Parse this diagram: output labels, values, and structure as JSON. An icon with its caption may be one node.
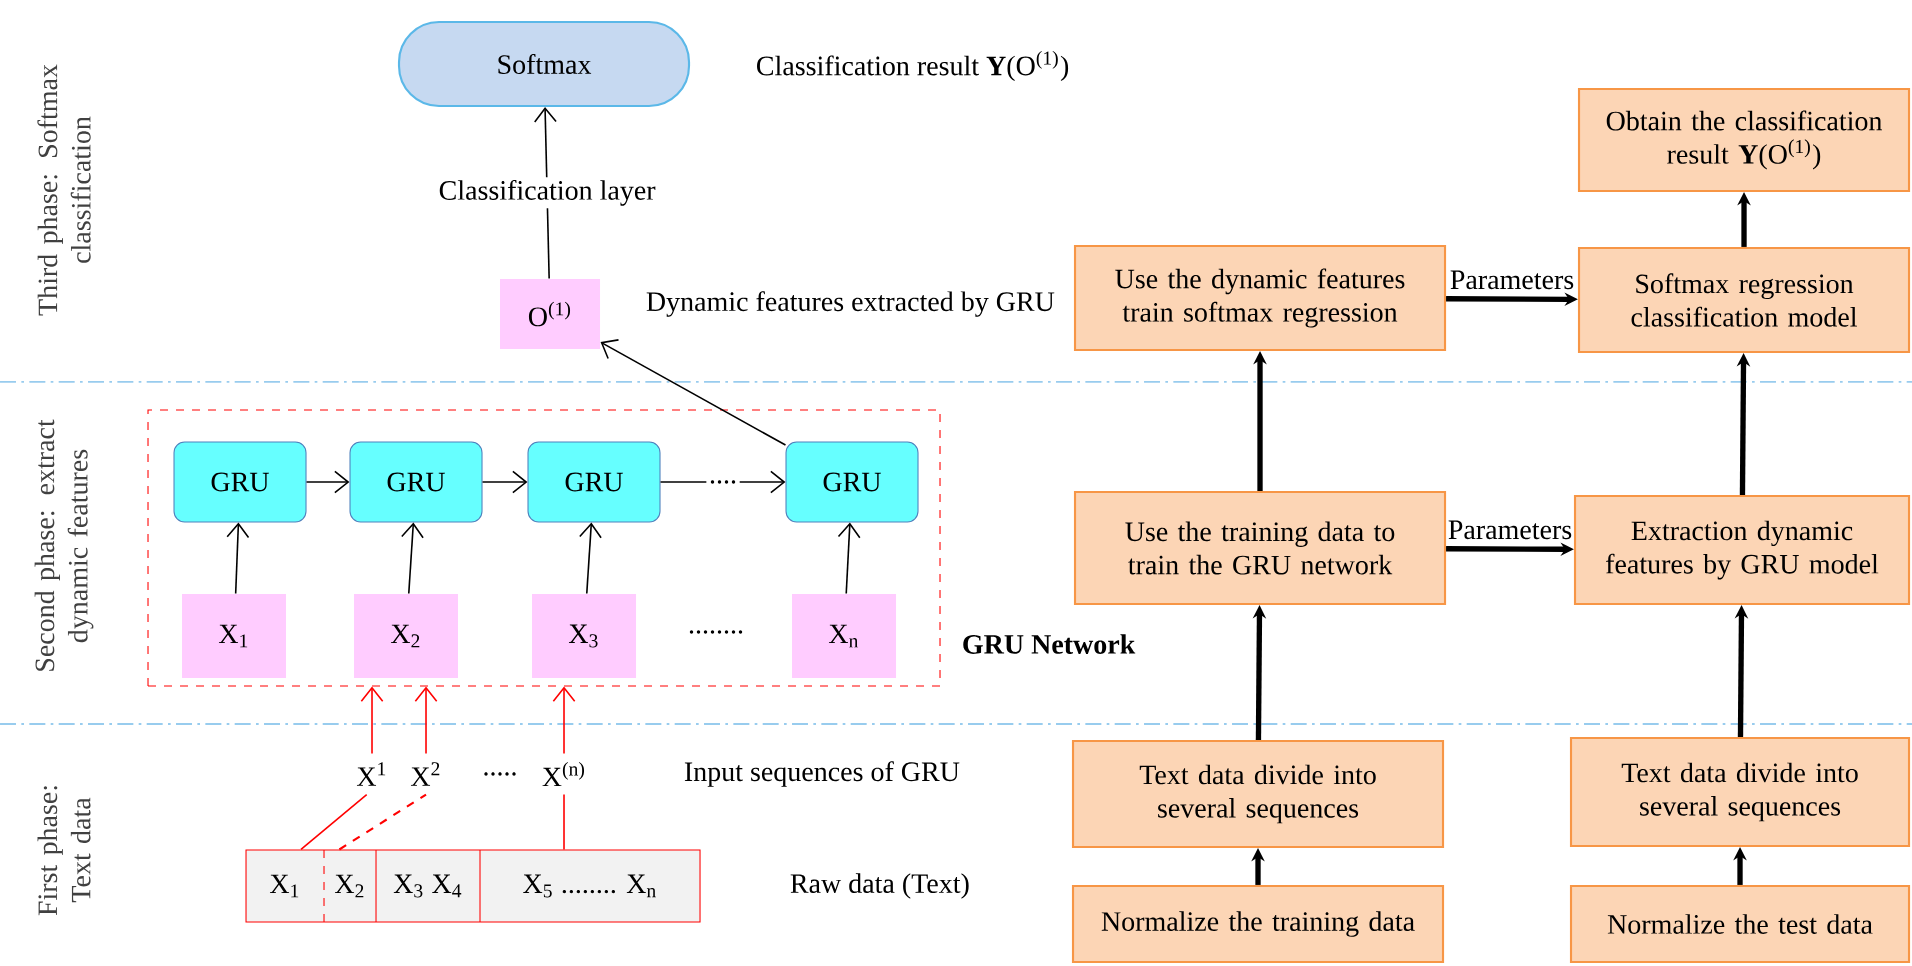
{
  "diagram": {
    "nodes": [
      {
        "text": [
          "Softmax"
        ],
        "beside": [
          "Classification result **Υ**(O$^{(1)}$)"
        ]
      },
      {
        "text": [
          "O$^{(1)}$"
        ]
      },
      {
        "text": [
          "GRU Network"
        ]
      },
      {
        "text": [
          "GRU"
        ],
        "in": 2
      },
      {
        "text": [
          "GRU"
        ],
        "in": 2
      },
      {
        "text": [
          "GRU"
        ],
        "in": 2
      },
      {
        "text": [
          "GRU"
        ],
        "in": 2
      },
      {
        "text": [
          "X$_{1}$"
        ],
        "in": 2
      },
      {
        "text": [
          "X$_{2}$"
        ],
        "in": 2
      },
      {
        "text": [
          "X$_{3}$"
        ],
        "in": 2
      },
      {
        "text": [
          "X$_{n}$"
        ],
        "in": 2
      },
      {
        "text": [
          "X$^{1}$"
        ]
      },
      {
        "text": [
          "X$^{2}$"
        ]
      },
      {
        "text": [
          "X$^{(n)}$"
        ]
      },
      {
        "text": [],
        "shape": "box",
        "beside": [
          "Raw data (Text)"
        ]
      },
      {
        "text": [
          "X$_{1}$"
        ],
        "in": 14
      },
      {
        "text": [
          "X$_{2}$"
        ],
        "in": 14
      },
      {
        "text": [
          "X$_{3}$ X$_{4}$"
        ],
        "in": 14
      },
      {
        "text": [
          "X$_{5}$ ........ X$_{n}$"
        ],
        "in": 14
      },
      {
        "text": [
          "Obtain the classification result **Υ**(O$^{(1)}$)"
        ]
      },
      {
        "text": [
          "Use the dynamic features train softmax regression"
        ]
      },
      {
        "text": [
          "Softmax regression classification model"
        ]
      },
      {
        "text": [
          "Use the training data to train the GRU network"
        ]
      },
      {
        "text": [
          "Extraction dynamic features by GRU model"
        ]
      },
      {
        "text": [
          "Text data divide into several sequences"
        ]
      },
      {
        "text": [
          "Text data divide into several sequences"
        ]
      },
      {
        "text": [
          "Normalize the training data"
        ]
      },
      {
        "text": [
          "Normalize the test data"
        ]
      }
    ],
    "edges": [
      {
        "from": 1,
        "to": 0,
        "arrow": "to",
        "label": "Classification layer"
      },
      {
        "from": 6,
        "to": 1,
        "arrow": "to"
      },
      {
        "from": 3,
        "to": 4,
        "arrow": "to"
      },
      {
        "from": 4,
        "to": 5,
        "arrow": "to"
      },
      {
        "from": 5,
        "to": 6,
        "arrow": "to",
        "label": "...."
      },
      {
        "from": 7,
        "to": 3,
        "arrow": "to"
      },
      {
        "from": 8,
        "to": 4,
        "arrow": "to"
      },
      {
        "from": 9,
        "to": 5,
        "arrow": "to"
      },
      {
        "from": 10,
        "to": 6,
        "arrow": "to"
      },
      {
        "from": 11,
        "to": 2,
        "arrow": "to",
        "color": "#ff0000"
      },
      {
        "from": 12,
        "to": 2,
        "arrow": "to",
        "color": "#ff0000"
      },
      {
        "from": 13,
        "to": 2,
        "arrow": "to",
        "color": "#ff0000"
      },
      {
        "from": 15,
        "to": 11,
        "arrow": "none",
        "color": "#ff0000"
      },
      {
        "from": 16,
        "to": 12,
        "arrow": "none",
        "color": "#ff0000",
        "style": "dashed"
      },
      {
        "from": 18,
        "to": 13,
        "arrow": "none",
        "color": "#ff0000"
      },
      {
        "from": 21,
        "to": 19,
        "arrow": "to",
        "style": "thick"
      },
      {
        "from": 20,
        "to": 21,
        "arrow": "to",
        "style": "thick",
        "label": "Parameters"
      },
      {
        "from": 22,
        "to": 20,
        "arrow": "to",
        "style": "thick"
      },
      {
        "from": 23,
        "to": 21,
        "arrow": "to",
        "style": "thick"
      },
      {
        "from": 22,
        "to": 23,
        "arrow": "to",
        "style": "thick",
        "label": "Parameters"
      },
      {
        "from": 24,
        "to": 22,
        "arrow": "to",
        "style": "thick"
      },
      {
        "from": 25,
        "to": 23,
        "arrow": "to",
        "style": "thick"
      },
      {
        "from": 26,
        "to": 24,
        "arrow": "to",
        "style": "thick"
      },
      {
        "from": 27,
        "to": 25,
        "arrow": "to",
        "style": "thick"
      }
    ],
    "labels": [
      "Third phase: Softmax classification",
      "Dynamic features extracted by GRU",
      "Second phase: extract dynamic features",
      "First phase: Text data",
      "........",
      ".....",
      "Input sequences of GRU"
    ]
  }
}
